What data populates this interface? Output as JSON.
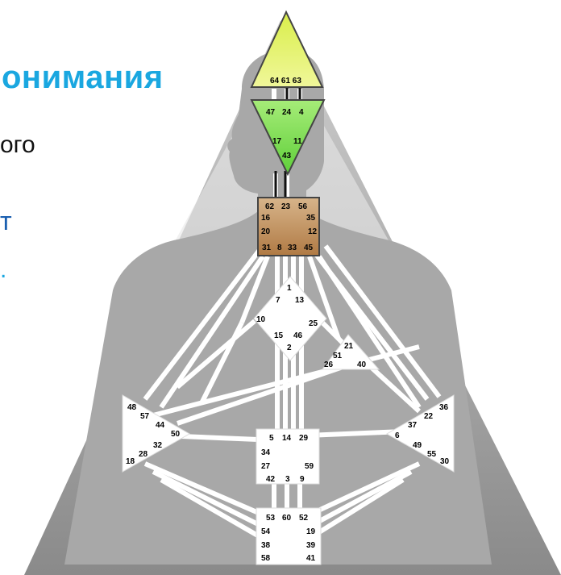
{
  "text": {
    "title": "онимания",
    "line1": "ого",
    "line2": "т",
    "line3": "."
  },
  "bodygraph": {
    "head_gates": [
      "64",
      "61",
      "63"
    ],
    "ajna_gates": [
      "47",
      "24",
      "4",
      "17",
      "11",
      "43"
    ],
    "throat_gates": [
      "62",
      "23",
      "56",
      "16",
      "35",
      "20",
      "12",
      "31",
      "8",
      "33",
      "45"
    ],
    "g_gates": [
      "1",
      "7",
      "13",
      "10",
      "25",
      "15",
      "46",
      "2"
    ],
    "heart_gates": [
      "21",
      "51",
      "26",
      "40"
    ],
    "spleen_gates": [
      "48",
      "57",
      "44",
      "50",
      "32",
      "28",
      "18"
    ],
    "sacral_gates": [
      "5",
      "14",
      "29",
      "34",
      "27",
      "59",
      "42",
      "3",
      "9"
    ],
    "solar_plexus_gates": [
      "36",
      "22",
      "37",
      "6",
      "49",
      "55",
      "30"
    ],
    "root_gates": [
      "53",
      "60",
      "52",
      "54",
      "19",
      "38",
      "39",
      "58",
      "41"
    ],
    "colors": {
      "head": "#e3f06a",
      "ajna": "#8fe06a",
      "throat": "#c89a68",
      "centers": "#ffffff",
      "background_triangle": "#8f8f8f",
      "silhouette": "#a9a9a9",
      "channels": "#ffffff"
    }
  }
}
